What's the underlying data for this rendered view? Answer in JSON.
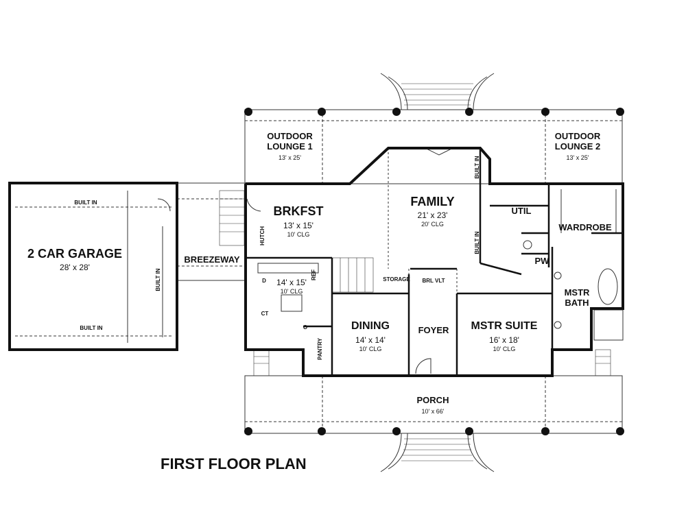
{
  "plan_title": "FIRST FLOOR PLAN",
  "rooms": {
    "outdoor_lounge_1": {
      "name_line1": "OUTDOOR",
      "name_line2": "LOUNGE 1",
      "dim": "13' x 25'"
    },
    "outdoor_lounge_2": {
      "name_line1": "OUTDOOR",
      "name_line2": "LOUNGE 2",
      "dim": "13' x 25'"
    },
    "garage": {
      "name": "2 CAR GARAGE",
      "dim": "28' x 28'",
      "built_in_top": "BUILT IN",
      "built_in_bottom": "BUILT IN",
      "built_in_side": "BUILT IN"
    },
    "breezeway": {
      "name": "BREEZEWAY"
    },
    "brkfst": {
      "name": "BRKFST",
      "dim": "13' x 15'",
      "clg": "10' CLG"
    },
    "hutch": {
      "name": "HUTCH"
    },
    "kitchen": {
      "dim": "14' x 15'",
      "clg": "10' CLG",
      "d": "D",
      "ref": "REF",
      "ct": "CT",
      "o": "O"
    },
    "pantry": {
      "name": "PANTRY"
    },
    "family": {
      "name": "FAMILY",
      "dim": "21' x 23'",
      "clg": "20' CLG",
      "built_in_1": "BUILT IN",
      "built_in_2": "BUILT IN"
    },
    "util": {
      "name": "UTIL"
    },
    "wardrobe": {
      "name": "WARDROBE"
    },
    "pw": {
      "name": "PW"
    },
    "mstr_bath": {
      "name_line1": "MSTR",
      "name_line2": "BATH"
    },
    "storage": {
      "name": "STORAGE"
    },
    "brl_vlt": {
      "name": "BRL VLT"
    },
    "dining": {
      "name": "DINING",
      "dim": "14' x 14'",
      "clg": "10' CLG"
    },
    "foyer": {
      "name": "FOYER"
    },
    "mstr_suite": {
      "name": "MSTR SUITE",
      "dim": "16' x 18'",
      "clg": "10' CLG"
    },
    "porch": {
      "name": "PORCH",
      "dim": "10' x 66'"
    }
  },
  "colors": {
    "wall": "#111111",
    "line": "#333333",
    "background": "#ffffff"
  }
}
